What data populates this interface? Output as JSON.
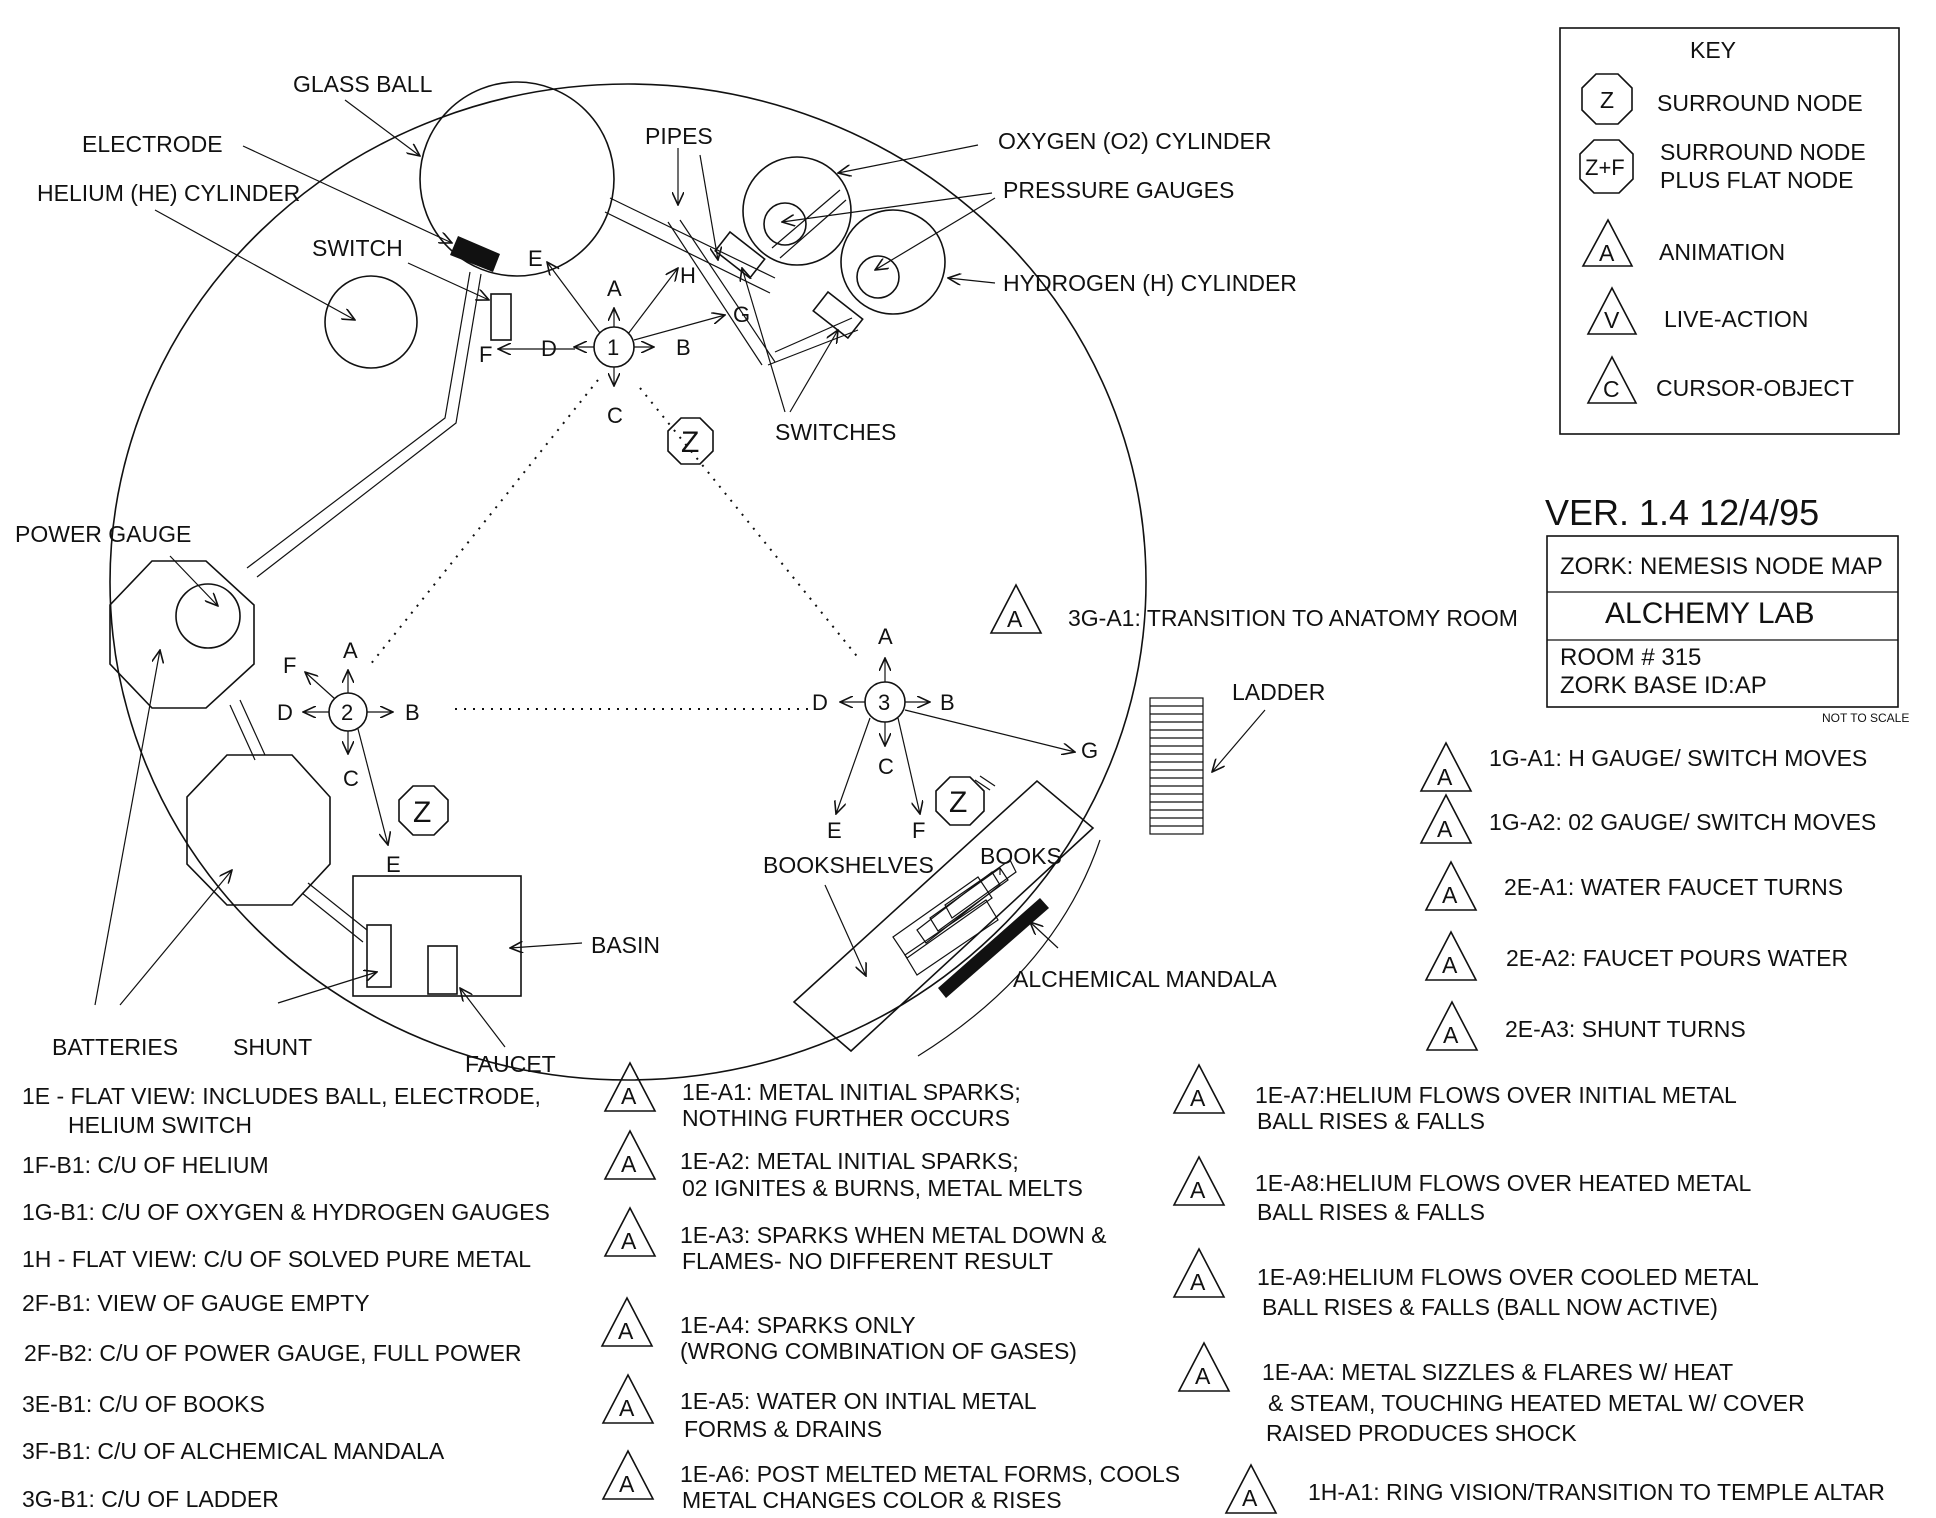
{
  "key": {
    "title": "KEY",
    "surround_node": {
      "symbol": "Z",
      "label": "SURROUND NODE"
    },
    "surround_flat": {
      "symbol": "Z+F",
      "label_1": "SURROUND NODE",
      "label_2": "PLUS FLAT NODE"
    },
    "animation": {
      "symbol": "A",
      "label": "ANIMATION"
    },
    "live_action": {
      "symbol": "V",
      "label": "LIVE-ACTION"
    },
    "cursor_object": {
      "symbol": "C",
      "label": "CURSOR-OBJECT"
    }
  },
  "version": "VER. 1.4  12/4/95",
  "title_block": {
    "title": "ZORK: NEMESIS NODE MAP",
    "room_name": "ALCHEMY LAB",
    "room_number": "ROOM # 315",
    "base_id": "ZORK BASE ID:AP",
    "scale_note": "NOT TO SCALE"
  },
  "objects": {
    "glass_ball": "GLASS BALL",
    "electrode": "ELECTRODE",
    "helium": "HELIUM (HE) CYLINDER",
    "switch": "SWITCH",
    "pipes": "PIPES",
    "oxygen": "OXYGEN  (O2) CYLINDER",
    "pressure_gauges": "PRESSURE GAUGES",
    "hydrogen": "HYDROGEN (H) CYLINDER",
    "switches": "SWITCHES",
    "power_gauge": "POWER GAUGE",
    "ladder": "LADDER",
    "basin": "BASIN",
    "books": "BOOKS",
    "bookshelves": "BOOKSHELVES",
    "mandala": "ALCHEMICAL MANDALA",
    "batteries": "BATTERIES",
    "shunt": "SHUNT",
    "faucet": "FAUCET"
  },
  "nodes": {
    "n1": {
      "id": "1",
      "a": "A",
      "b": "B",
      "c": "C",
      "d": "D",
      "e": "E",
      "f": "F",
      "g": "G",
      "h": "H"
    },
    "n2": {
      "id": "2",
      "a": "A",
      "b": "B",
      "c": "C",
      "d": "D",
      "e": "E",
      "f": "F"
    },
    "n3": {
      "id": "3",
      "a": "A",
      "b": "B",
      "c": "C",
      "d": "D",
      "e": "E",
      "f": "F",
      "g": "G"
    },
    "z_symbol": "Z",
    "a_symbol": "A"
  },
  "transition_3g": "3G-A1: TRANSITION TO ANATOMY ROOM",
  "animations_right": [
    "1G-A1: H GAUGE/ SWITCH MOVES",
    "1G-A2: 02 GAUGE/ SWITCH MOVES",
    "2E-A1: WATER FAUCET TURNS",
    "2E-A2: FAUCET POURS WATER",
    "2E-A3: SHUNT TURNS"
  ],
  "flat_views": [
    "1E - FLAT VIEW: INCLUDES BALL, ELECTRODE,",
    "HELIUM SWITCH",
    "1F-B1: C/U OF HELIUM",
    "1G-B1: C/U OF OXYGEN & HYDROGEN GAUGES",
    "1H - FLAT VIEW: C/U OF SOLVED PURE METAL",
    "2F-B1: VIEW OF GAUGE EMPTY",
    "2F-B2: C/U OF POWER GAUGE, FULL POWER",
    "3E-B1: C/U OF BOOKS",
    "3F-B1: C/U OF ALCHEMICAL MANDALA",
    "3G-B1: C/U OF LADDER"
  ],
  "animations_mid": [
    "1E-A1: METAL INITIAL SPARKS;",
    "NOTHING FURTHER OCCURS",
    "1E-A2: METAL INITIAL SPARKS;",
    "02 IGNITES & BURNS, METAL MELTS",
    "1E-A3:  SPARKS WHEN METAL DOWN &",
    "FLAMES- NO DIFFERENT RESULT",
    "1E-A4:  SPARKS ONLY",
    "(WRONG COMBINATION OF GASES)",
    "1E-A5:  WATER ON INTIAL METAL",
    "FORMS & DRAINS",
    "1E-A6:  POST MELTED METAL FORMS, COOLS",
    "METAL CHANGES COLOR & RISES"
  ],
  "animations_far": [
    "1E-A7:HELIUM FLOWS OVER INITIAL METAL",
    "BALL RISES & FALLS",
    "1E-A8:HELIUM FLOWS OVER HEATED METAL",
    "BALL RISES & FALLS",
    "1E-A9:HELIUM FLOWS OVER COOLED METAL",
    "BALL RISES & FALLS (BALL NOW ACTIVE)",
    "1E-AA: METAL SIZZLES & FLARES W/ HEAT",
    "& STEAM, TOUCHING HEATED METAL W/ COVER",
    "RAISED PRODUCES SHOCK",
    "1H-A1: RING VISION/TRANSITION TO TEMPLE ALTAR"
  ]
}
